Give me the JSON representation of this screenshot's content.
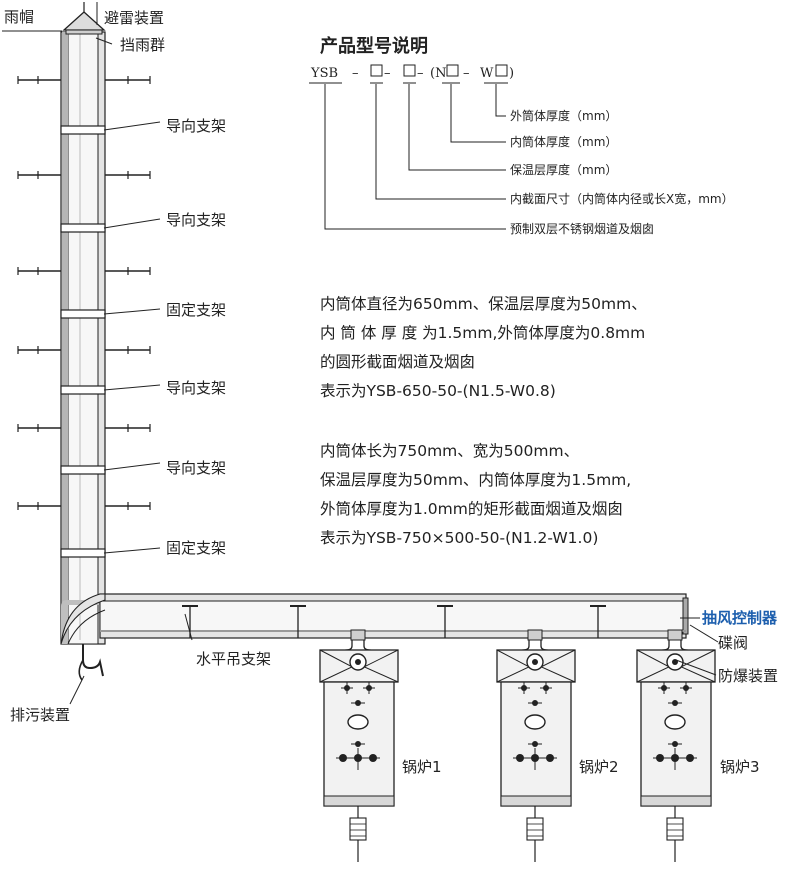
{
  "labels": {
    "rain_cap": "雨帽",
    "lightning": "避雷装置",
    "rain_skirt": "挡雨群",
    "guide_support": "导向支架",
    "fixed_support": "固定支架",
    "horizontal_hanger": "水平吊支架",
    "drain": "排污装置",
    "draft_controller": "抽风控制器",
    "butterfly_valve": "碟阀",
    "explosion_proof": "防爆装置",
    "boiler_1": "锅炉1",
    "boiler_2": "锅炉2",
    "boiler_3": "锅炉3"
  },
  "model": {
    "title": "产品型号说明",
    "prefix": "YSB",
    "dash": "–",
    "seg_n_open": "(N",
    "seg_w": "W",
    "seg_close": ")",
    "items": [
      "外筒体厚度（mm）",
      "内筒体厚度（mm）",
      "保温层厚度（mm）",
      "内截面尺寸（内筒体内径或长X宽，mm）",
      "预制双层不锈钢烟道及烟囱"
    ]
  },
  "examples": [
    {
      "lines": [
        "内筒体直径为650mm、保温层厚度为50mm、",
        "内 筒 体 厚 度 为1.5mm,外筒体厚度为0.8mm",
        "的圆形截面烟道及烟囱",
        "表示为YSB-650-50-(N1.5-W0.8)"
      ]
    },
    {
      "lines": [
        "内筒体长为750mm、宽为500mm、",
        "保温层厚度为50mm、内筒体厚度为1.5mm,",
        "外筒体厚度为1.0mm的矩形截面烟道及烟囱",
        "表示为YSB-750×500-50-(N1.2-W1.0)"
      ]
    }
  ],
  "colors": {
    "line": "#222222",
    "guide_text": "#1a9a8a",
    "controller_text": "#1d5fae",
    "pipe_fill": "#e4e4e4",
    "pipe_shadow": "#9a9a9a",
    "boiler_fill": "#f2f2f2"
  }
}
